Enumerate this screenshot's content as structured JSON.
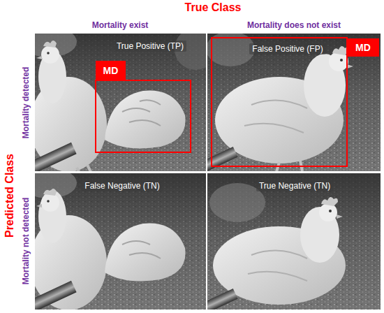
{
  "diagram": {
    "nodes": [
      {
        "text": [
          "True Positive (TP)"
        ]
      },
      {
        "text": [
          "MD"
        ],
        "in": 0
      },
      {
        "text": [
          "False Positive (FP)"
        ]
      },
      {
        "text": [
          "MD"
        ],
        "in": 2
      },
      {
        "text": [
          "False Negative (TN)"
        ]
      },
      {
        "text": [
          "True Negative (TN)"
        ]
      }
    ],
    "labels": [
      "True Class",
      "Mortality exist",
      "Mortality does not exist",
      "Predicted Class",
      "Mortality detected",
      "Mortality not detected"
    ]
  }
}
